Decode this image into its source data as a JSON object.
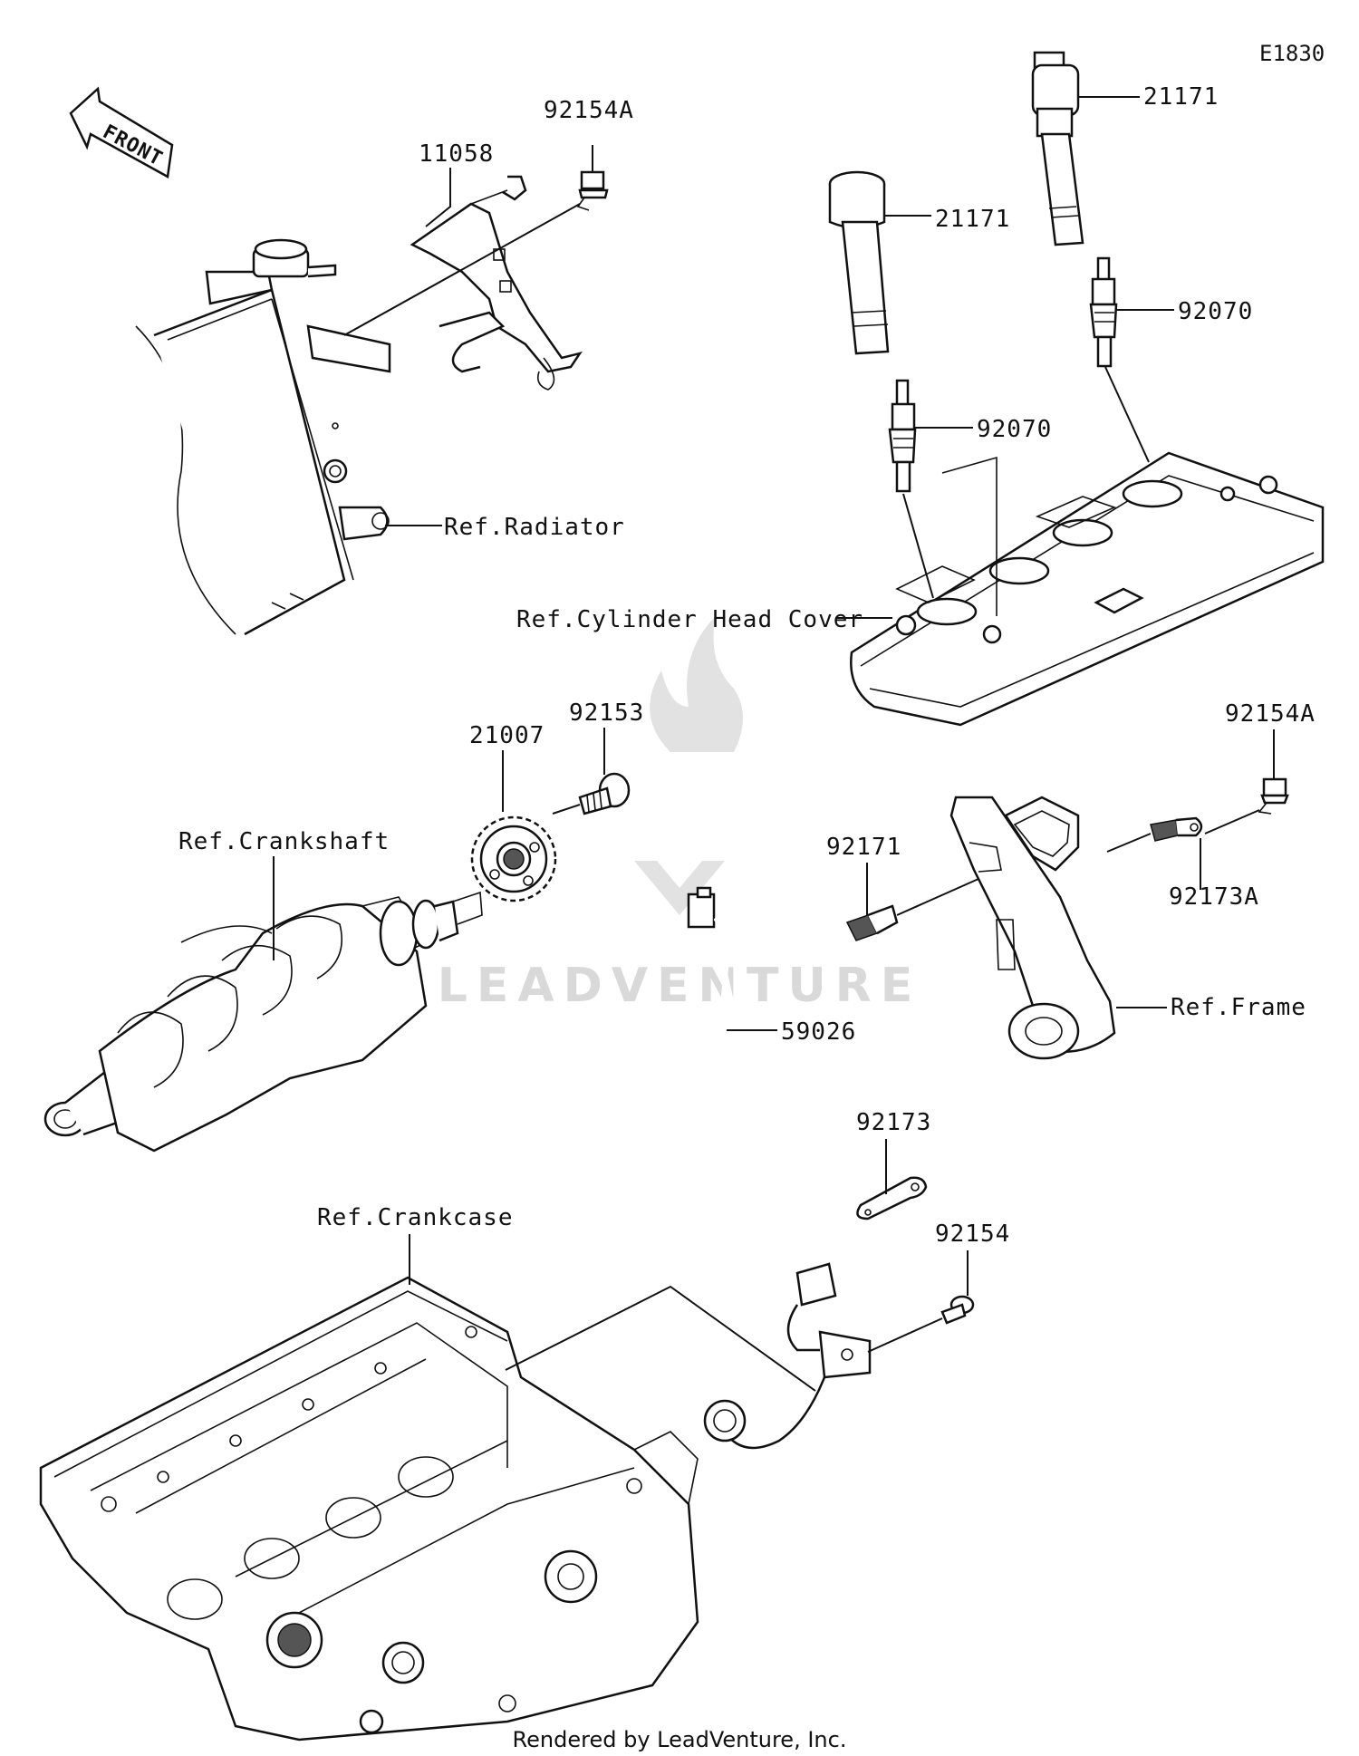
{
  "diagram_code": "E1830",
  "front_label": "FRONT",
  "watermark": "LEADVENTURE",
  "footer": "Rendered by LeadVenture, Inc.",
  "callouts": {
    "p92154A_top": "92154A",
    "p11058": "11058",
    "p21171_top": "21171",
    "p21171_mid": "21171",
    "p92070_right": "92070",
    "p92070_left": "92070",
    "ref_radiator": "Ref.Radiator",
    "ref_cyl_head_cover": "Ref.Cylinder Head Cover",
    "p21007": "21007",
    "p92153": "92153",
    "ref_crankshaft": "Ref.Crankshaft",
    "p92154A_right": "92154A",
    "p92171": "92171",
    "p92173A": "92173A",
    "p59026": "59026",
    "ref_frame": "Ref.Frame",
    "p92173": "92173",
    "p92154": "92154",
    "ref_crankcase": "Ref.Crankcase"
  }
}
